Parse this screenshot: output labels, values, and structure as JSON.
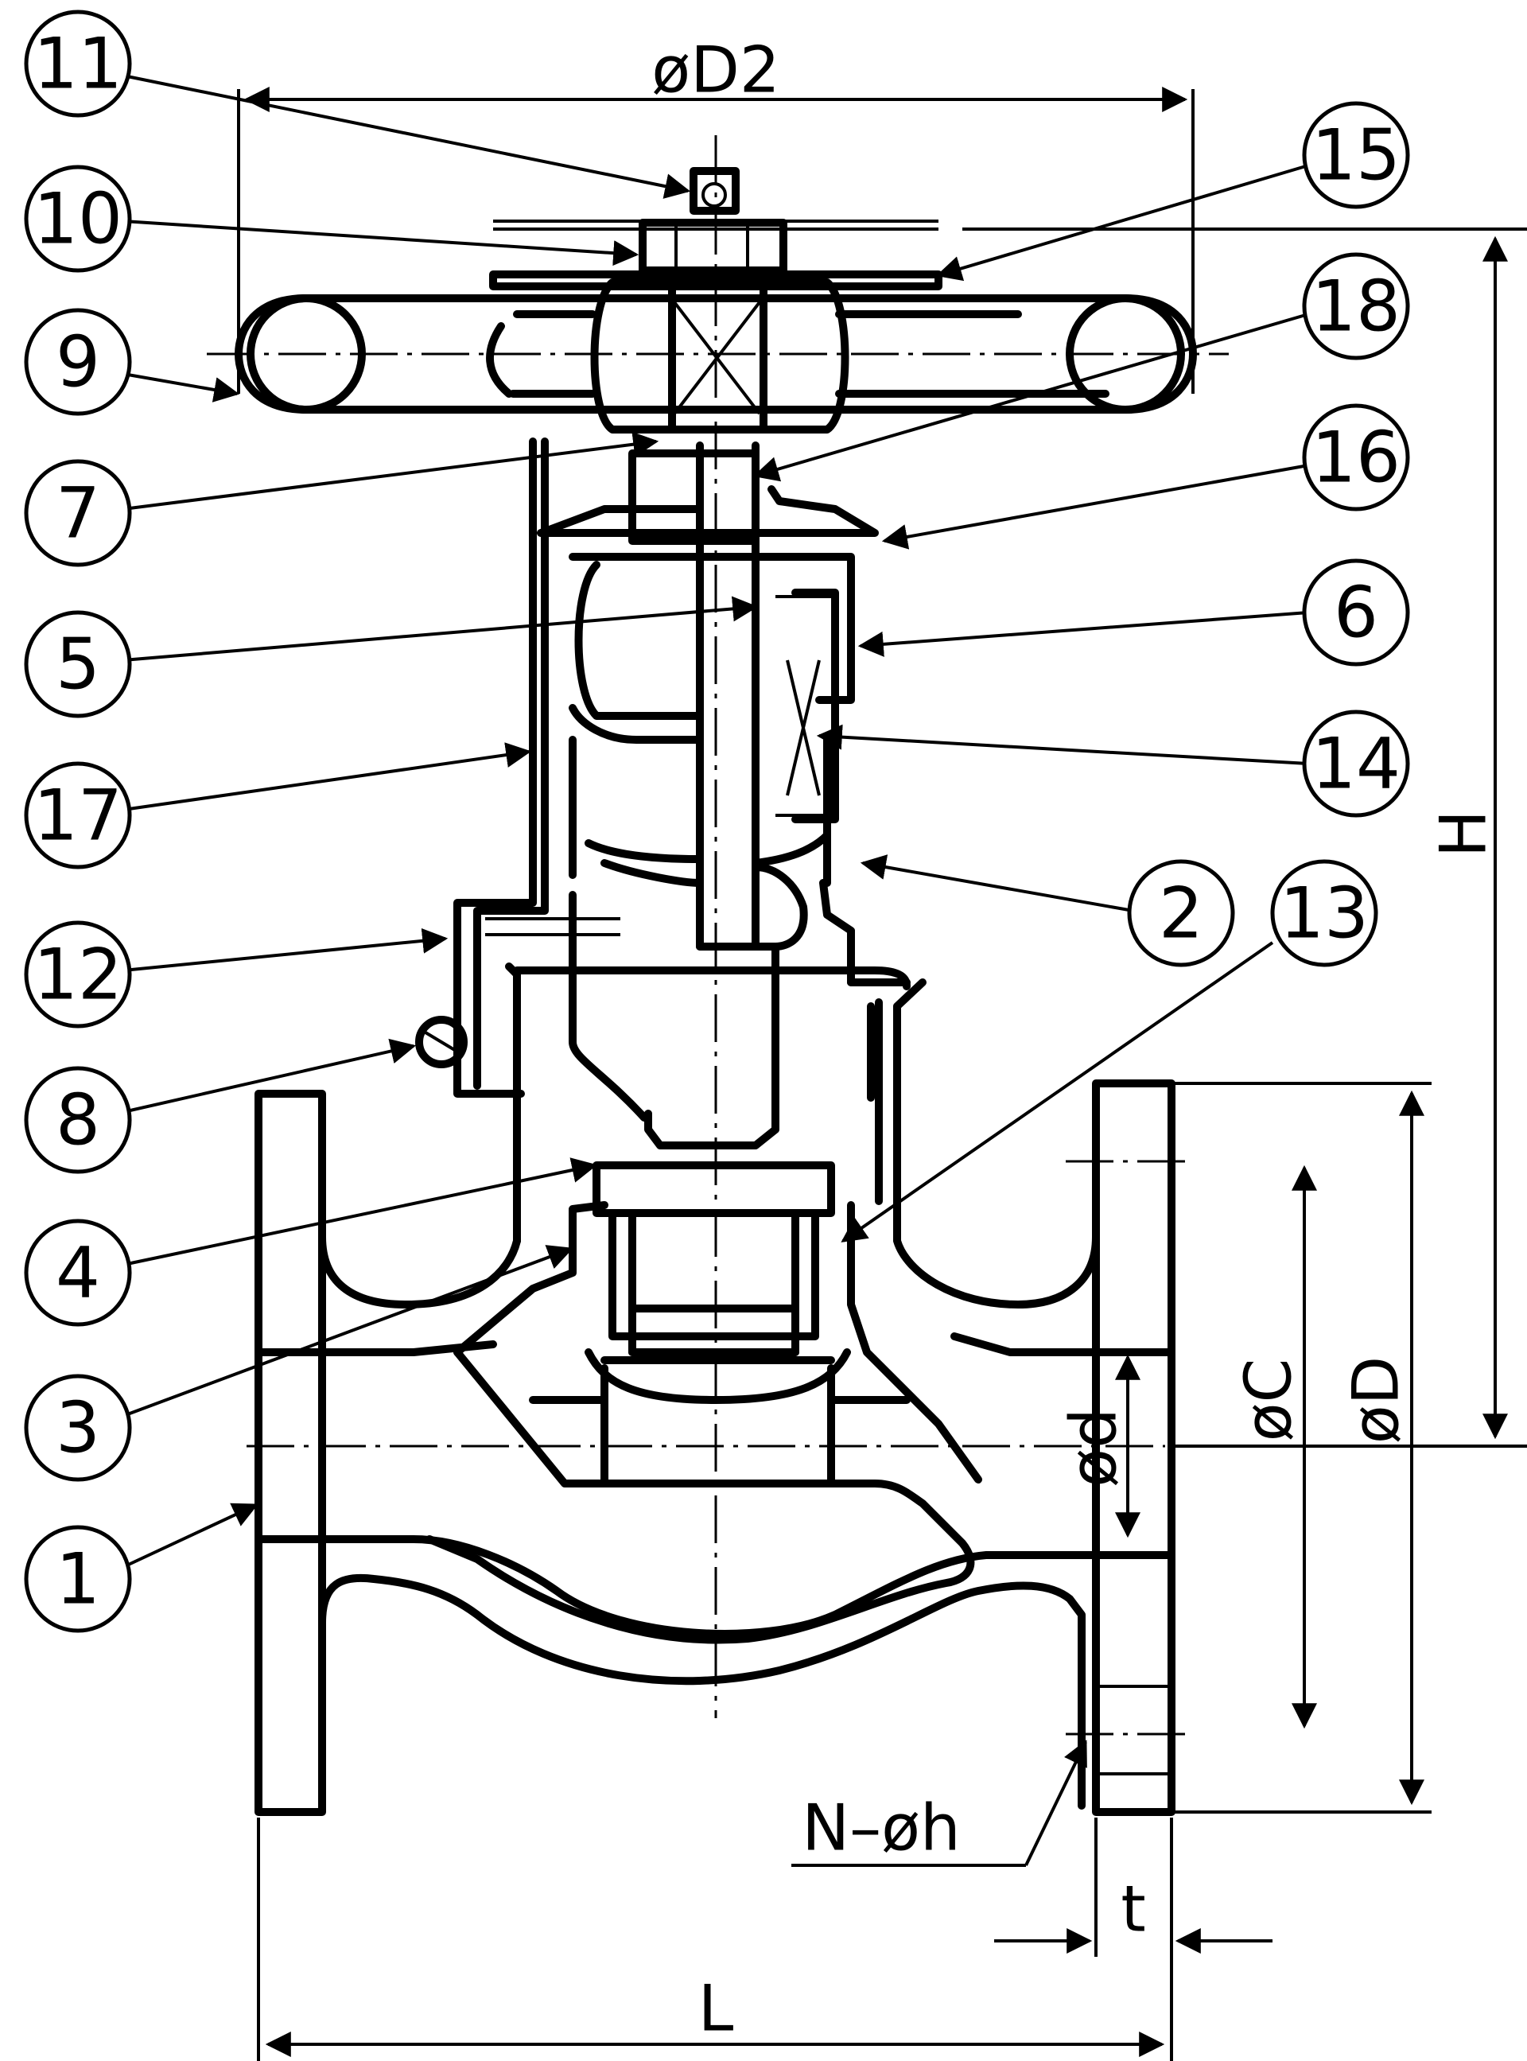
{
  "callouts": [
    "1",
    "2",
    "3",
    "4",
    "5",
    "6",
    "7",
    "8",
    "9",
    "10",
    "11",
    "12",
    "13",
    "14",
    "15",
    "16",
    "17",
    "18"
  ],
  "dimensions": {
    "handwheel_diameter": "øD2",
    "height": "H",
    "seat_diameter": "ød",
    "bolt_circle": "øC",
    "flange_diameter": "øD",
    "bolt_holes": "N–øh",
    "flange_thickness": "t",
    "length": "L"
  }
}
